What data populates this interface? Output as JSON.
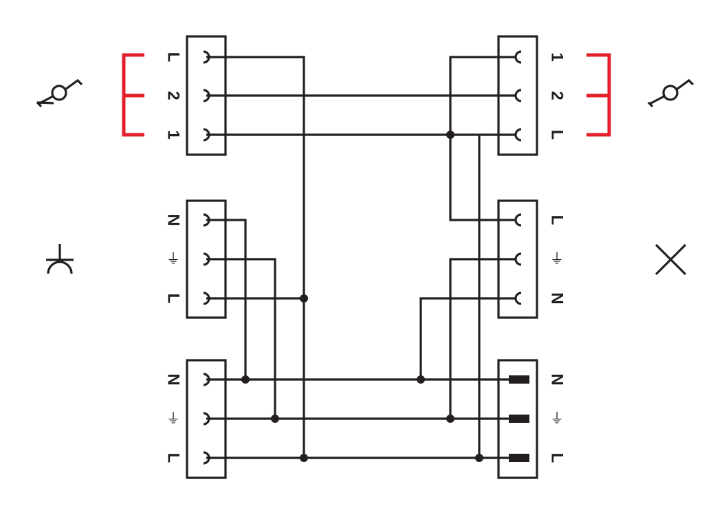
{
  "colors": {
    "wire": "#231f20",
    "bracket": "#e3202a"
  },
  "left": {
    "switch_terminals": [
      "L",
      "2",
      "1"
    ],
    "socket_terminals": [
      "N",
      "⏚",
      "L"
    ],
    "supply_terminals": [
      "N",
      "⏚",
      "L"
    ]
  },
  "right": {
    "switch_terminals": [
      "1",
      "2",
      "L"
    ],
    "lamp_terminals": [
      "L",
      "⏚",
      "N"
    ],
    "supply_terminals": [
      "N",
      "⏚",
      "L"
    ]
  },
  "icons": [
    "switch-symbol-left",
    "socket-symbol",
    "switch-symbol-right",
    "lamp-symbol"
  ]
}
